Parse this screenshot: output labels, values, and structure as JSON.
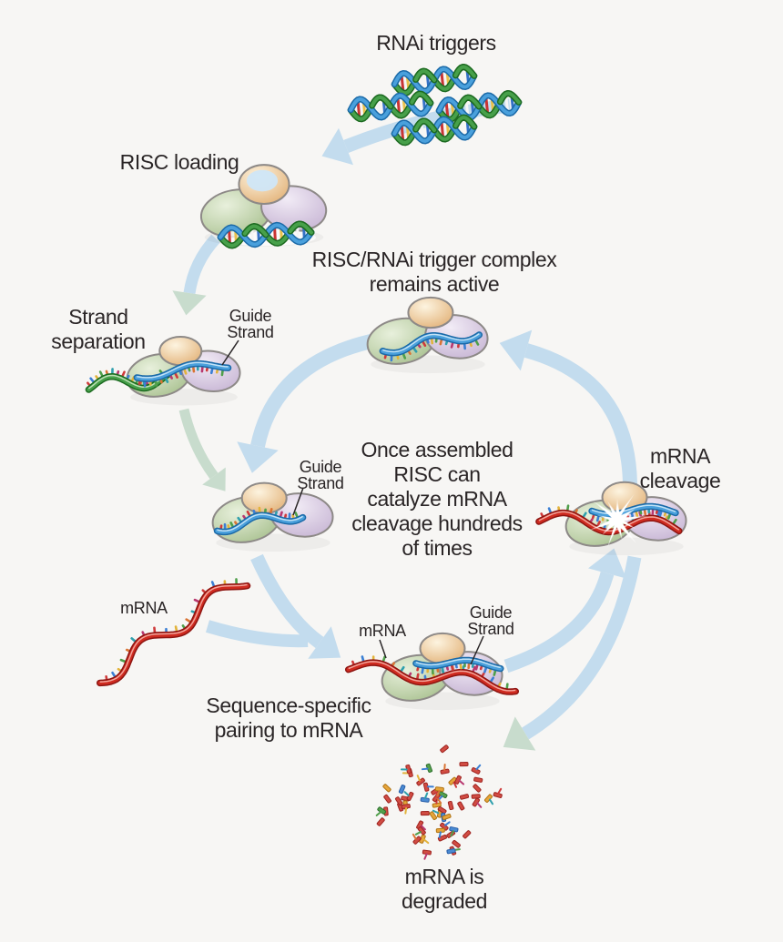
{
  "labels": {
    "rnai_triggers": "RNAi triggers",
    "risc_loading": "RISC loading",
    "remains_active": {
      "line1": "RISC/RNAi trigger complex",
      "line2": "remains active"
    },
    "strand_separation": {
      "line1": "Strand",
      "line2": "separation"
    },
    "guide_strand": {
      "line1": "Guide",
      "line2": "Strand"
    },
    "once_assembled": {
      "lines": [
        "Once assembled",
        "RISC can",
        "catalyze mRNA",
        "cleavage hundreds",
        "of times"
      ]
    },
    "mrna_cleavage": {
      "line1": "mRNA",
      "line2": "cleavage"
    },
    "mrna": "mRNA",
    "sequence_specific": {
      "line1": "Sequence-specific",
      "line2": "pairing to mRNA"
    },
    "mrna_degraded": {
      "line1": "mRNA is",
      "line2": "degraded"
    }
  },
  "colors": {
    "background": "#f7f6f4",
    "text": "#2a2526",
    "arrow_blue": "#c3dcee",
    "arrow_green": "#c8dccd",
    "blob_green": "#a9c190",
    "blob_green_light": "#e8f0dc",
    "blob_purple": "#c7b5d4",
    "blob_purple_light": "#f2ecf6",
    "blob_tan": "#e2b177",
    "blob_tan_light": "#fdf4e0",
    "blob_stroke": "#8d8987",
    "strand_blue": "#4aa0dc",
    "strand_blue_dark": "#1b6aa8",
    "strand_blue_light": "#cfe9f8",
    "strand_red": "#cf2b20",
    "strand_red_dark": "#8e1511",
    "strand_red_light": "#f6b3a9",
    "strand_green": "#47a04a",
    "strand_green_dark": "#1d6b21",
    "strand_green_light": "#c9e6c1",
    "tick_palette": [
      "#cf3a3a",
      "#3b7fd4",
      "#e2b33a",
      "#4f9f4a",
      "#d97333",
      "#2fa0ad",
      "#b8386f"
    ],
    "helix_bar_palette": [
      "#c93434",
      "#e8c04a",
      "#f5f5f5",
      "#3572c6"
    ],
    "fragment_red": "#d14c43",
    "fragment_red_dark": "#9e2420",
    "fragment_orange": "#e6a53b",
    "fragment_orange_dark": "#b07414",
    "fragment_blue": "#4a8ad2",
    "fragment_blue_dark": "#2a5fa8",
    "fragment_green": "#55a14b",
    "fragment_green_dark": "#2f7030",
    "highlight_blue": "#cfe6f7",
    "starburst": "#ffffff",
    "pointer_line": "#2a2627"
  }
}
